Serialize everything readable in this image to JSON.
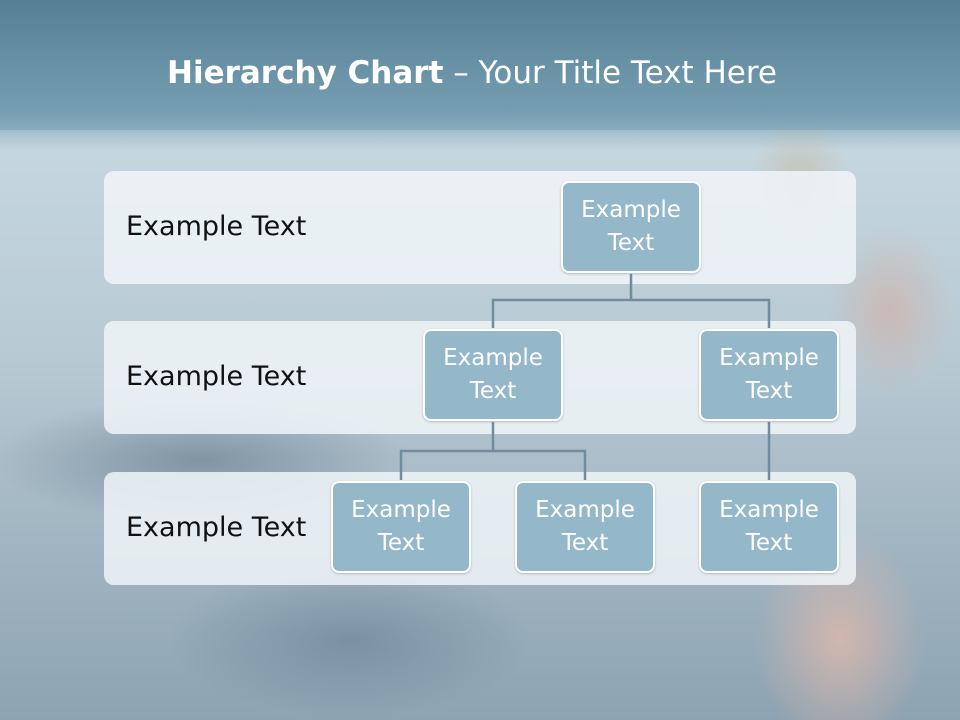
{
  "slide": {
    "title_bold": "Hierarchy Chart",
    "title_dash": " – ",
    "title_rest": "Your Title Text Here"
  },
  "levels": [
    {
      "label": "Example Text"
    },
    {
      "label": "Example Text"
    },
    {
      "label": "Example Text"
    }
  ],
  "nodes": {
    "root": "Example Text",
    "level2_left": "Example Text",
    "level2_right": "Example Text",
    "level3_left": "Example Text",
    "level3_middle": "Example Text",
    "level3_right": "Example Text"
  },
  "colors": {
    "node_fill": "#94b7c9",
    "connector": "#6f8d9c",
    "band_fill": "#eef3f6"
  }
}
